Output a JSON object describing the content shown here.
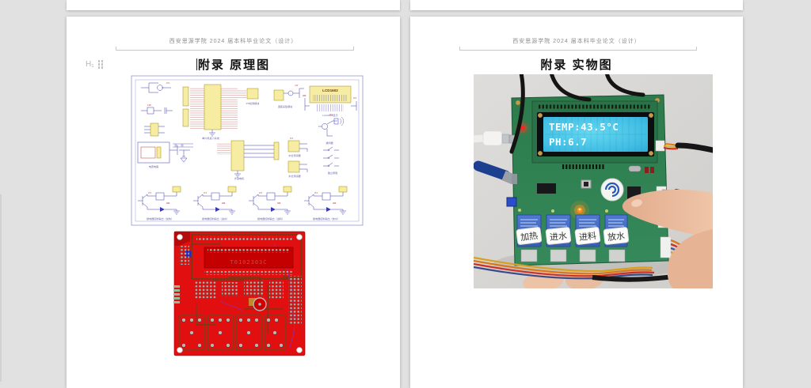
{
  "window": {
    "background": "#e2e1e1",
    "page_color": "#ffffff"
  },
  "header": {
    "text": "西安思源学院 2024 届本科毕业论文（设计）"
  },
  "margin": {
    "heading_badge": "H₁"
  },
  "pages": [
    {
      "title": "附录 原理图",
      "schematic": {
        "lcd_block": "LCD1602",
        "captions": {
          "mcu": "单片机最小系统",
          "lcd": "LCD1602显示",
          "power": "电源电路",
          "stepper": "步进电机",
          "sensor_top": "水位传感器",
          "sensor_bottom": "水位传感器",
          "buzzer": "蜂鸣器",
          "keys": "独立按键",
          "ph": "PH检测模块",
          "temp": "温度采集模块",
          "relays": [
            "继电器控制输出（加热）",
            "继电器控制输出（进水）",
            "继电器控制输出（进料）",
            "继电器控制输出（放水）"
          ]
        },
        "net_labels": {
          "vcc": "VCC",
          "gnd": "GND",
          "v5": "+5V"
        }
      },
      "pcb": {
        "marking": "T0102303C"
      }
    },
    {
      "title": "附录 实物图",
      "photo": {
        "lcd_line1": "TEMP:43.5°C",
        "lcd_line2": "PH:6.7",
        "relay_stickers": [
          "加热",
          "进水",
          "进料",
          "放水"
        ]
      }
    }
  ]
}
